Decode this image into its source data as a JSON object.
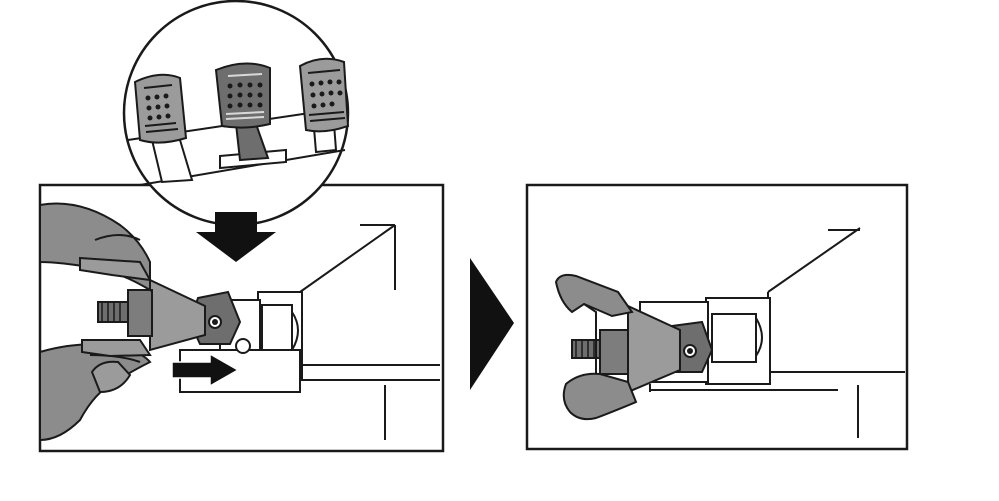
{
  "figure": {
    "panels": [
      {
        "id": "step-1",
        "view": "attach-spring-to-pedal"
      },
      {
        "id": "step-2",
        "view": "spring-attached"
      }
    ],
    "callout": {
      "view": "pedal-set-zoom",
      "pedals": [
        "clutch",
        "brake",
        "accelerator"
      ],
      "highlighted": "brake"
    },
    "icons": [
      "down-arrow-icon",
      "push-arrow-icon",
      "next-step-arrow-icon"
    ],
    "colors": {
      "outline": "#1a1a1a",
      "part_gray": "#9b9b9b",
      "part_dark": "#6e6e6e",
      "hand_gray": "#8c8c8c",
      "arrow": "#111111"
    }
  }
}
